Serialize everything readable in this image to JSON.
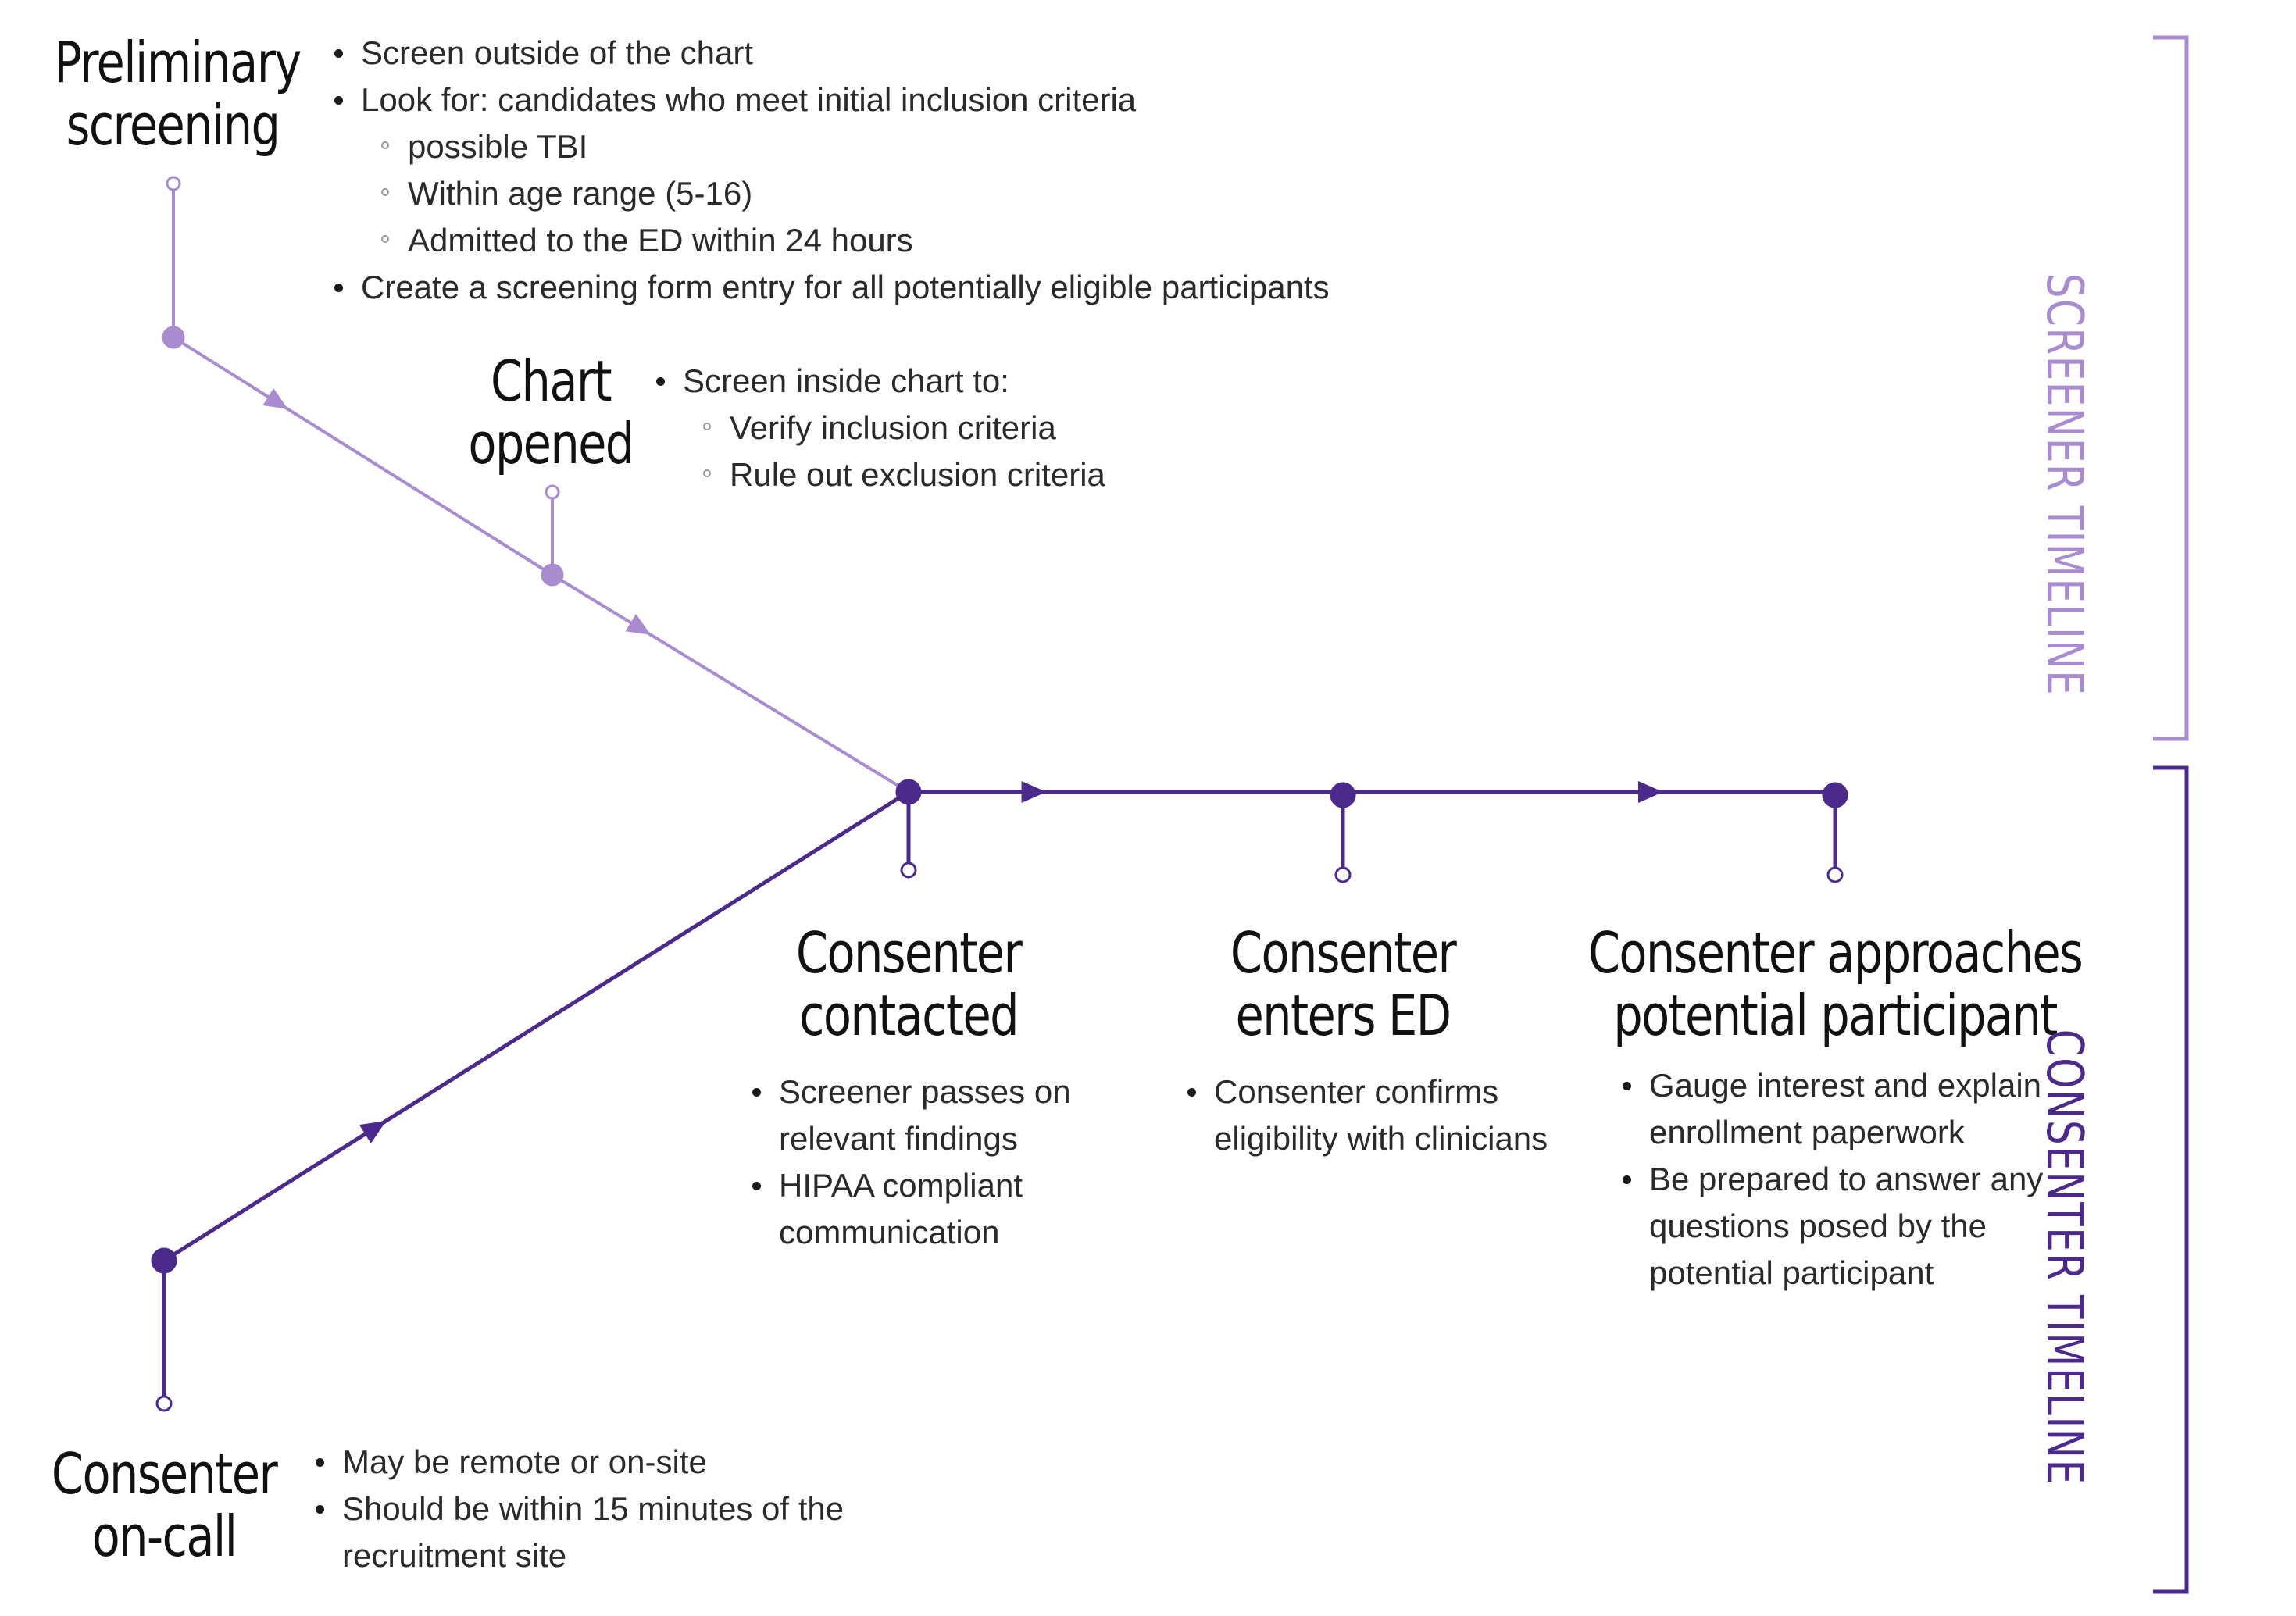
{
  "colors": {
    "screener": "#a98bd0",
    "consenter": "#4b2a8c",
    "text": "#1a1a1a"
  },
  "preliminary": {
    "title_l1": "Preliminary",
    "title_l2": "screening",
    "bullets": [
      "Screen outside of the chart",
      "Look for: candidates who meet initial inclusion criteria"
    ],
    "sub_bullets": [
      "possible TBI",
      "Within age range (5-16)",
      "Admitted to the ED within 24 hours"
    ],
    "bullet3": "Create a screening form entry for all potentially eligible participants"
  },
  "chart_opened": {
    "title_l1": "Chart",
    "title_l2": "opened",
    "bullet": "Screen inside chart to:",
    "sub_bullets": [
      "Verify inclusion criteria",
      "Rule out exclusion criteria"
    ]
  },
  "consenter_contacted": {
    "title_l1": "Consenter",
    "title_l2": "contacted",
    "bullets": [
      "Screener passes on relevant findings",
      "HIPAA compliant communication"
    ]
  },
  "consenter_enters": {
    "title_l1": "Consenter",
    "title_l2": "enters ED",
    "bullets": [
      "Consenter confirms eligibility with clinicians"
    ]
  },
  "consenter_approaches": {
    "title_l1": "Consenter approaches",
    "title_l2": "potential participant",
    "bullets": [
      "Gauge interest and explain enrollment paperwork",
      "Be prepared to answer any questions posed by the potential participant"
    ]
  },
  "consenter_oncall": {
    "title_l1": "Consenter",
    "title_l2": "on-call",
    "bullets": [
      "May be remote or on-site",
      "Should be within 15 minutes of  the recruitment site"
    ]
  },
  "screener_timeline": "SCREENER TIMELINE",
  "consenter_timeline": "CONSENTER TIMELINE"
}
